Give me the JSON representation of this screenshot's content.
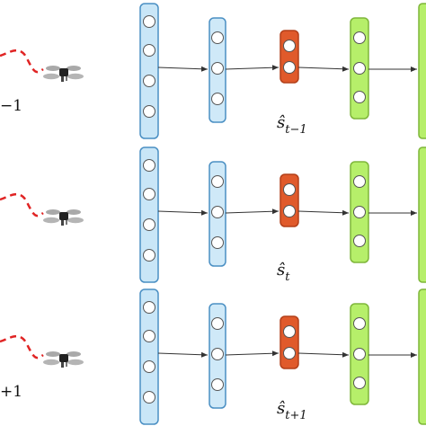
{
  "rows": [
    {
      "left_label": "−1",
      "state_symbol": "ŝ",
      "state_subscript": "t−1"
    },
    {
      "left_label": "",
      "state_symbol": "ŝ",
      "state_subscript": "t"
    },
    {
      "left_label": "+1",
      "state_symbol": "ŝ",
      "state_subscript": "t+1"
    }
  ],
  "colors": {
    "input_layer": "#c9e6f7",
    "input_stroke": "#4a8fc3",
    "hidden_layer": "#cfe9f8",
    "state_layer": "#e05a2b",
    "state_stroke": "#b3401a",
    "output_layer": "#b6ef6a",
    "output_stroke": "#7fb63a",
    "trajectory": "#e02424",
    "arrow": "#333333"
  },
  "icons": [
    "trajectory-curve-icon",
    "drone-icon"
  ]
}
